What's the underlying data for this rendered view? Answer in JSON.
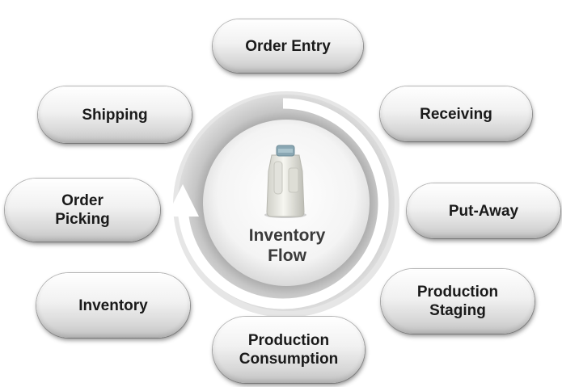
{
  "center": {
    "label": "Inventory\nFlow",
    "image": "milk-jug"
  },
  "steps": [
    {
      "id": "order-entry",
      "label": "Order Entry"
    },
    {
      "id": "receiving",
      "label": "Receiving"
    },
    {
      "id": "put-away",
      "label": "Put-Away"
    },
    {
      "id": "production-staging",
      "label": "Production\nStaging"
    },
    {
      "id": "production-consumption",
      "label": "Production\nConsumption"
    },
    {
      "id": "inventory",
      "label": "Inventory"
    },
    {
      "id": "order-picking",
      "label": "Order\nPicking"
    },
    {
      "id": "shipping",
      "label": "Shipping"
    }
  ],
  "colors": {
    "ring": "#c4c4c4",
    "arrow": "#ffffff",
    "pill_text": "#1a1a1a",
    "center_text": "#3a3a3a"
  }
}
